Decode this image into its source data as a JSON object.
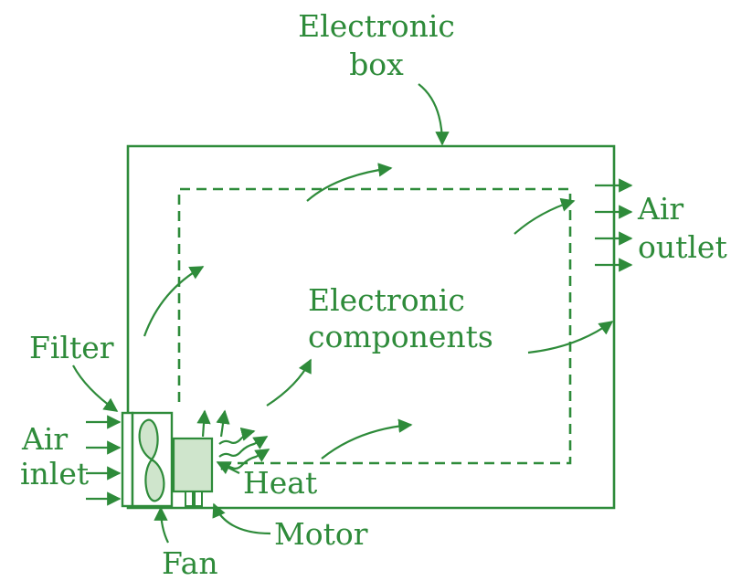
{
  "labels": {
    "electronic_box_line1": "Electronic",
    "electronic_box_line2": "box",
    "air_outlet_line1": "Air",
    "air_outlet_line2": "outlet",
    "electronic_components_line1": "Electronic",
    "electronic_components_line2": "components",
    "filter": "Filter",
    "air_inlet_line1": "Air",
    "air_inlet_line2": "inlet",
    "heat": "Heat",
    "motor": "Motor",
    "fan": "Fan"
  },
  "colors": {
    "line": "#2e8b3a",
    "part_fill": "#cfe5cc",
    "background": "#ffffff"
  }
}
